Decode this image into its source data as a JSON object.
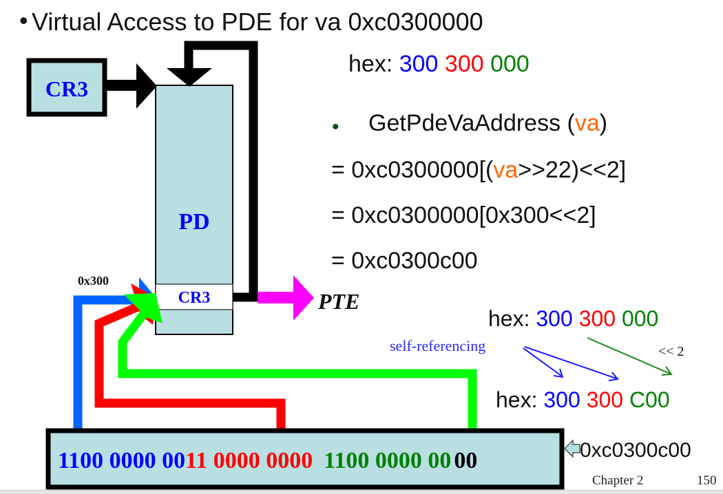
{
  "title": {
    "bullet": "•",
    "text": "Virtual Access to PDE for va 0xc0300000"
  },
  "colors": {
    "blue": "#0000ff",
    "red": "#ff0000",
    "green": "#008000",
    "orange": "#ff6600",
    "box_fill": "#b9dfe3",
    "lime": "#00ff00",
    "magenta": "#ff00ff",
    "arrow_blue": "#0066ff"
  },
  "hex_top": {
    "label": "hex:",
    "p1": "300",
    "p2": "300",
    "p3": "000"
  },
  "formula": {
    "bullet": "•",
    "func": "GetPdeVaAddress (",
    "arg": "va",
    "close": ")",
    "line1_pre": "= 0xc0300000[(",
    "line1_va": "va",
    "line1_post": ">>22)<<2]",
    "line2": "= 0xc0300000[0x300<<2]",
    "line3": "= 0xc0300c00"
  },
  "diagram": {
    "cr3_box": "CR3",
    "pd_label": "PD",
    "pd_entry": "CR3",
    "index_label": "0x300",
    "pte_label": "PTE"
  },
  "hex_mid": {
    "label": "hex:",
    "p1": "300",
    "p2": "300",
    "p3": "000"
  },
  "self_ref": "self-referencing",
  "shift_label": "<< 2",
  "hex_bottom": {
    "label": "hex:",
    "p1": "300",
    "p2": "300",
    "p3": "C00"
  },
  "binary": {
    "blue": "1100 0000 00",
    "red": "11 0000 0000",
    "green": "1100 0000 00",
    "black": "00"
  },
  "address_label": "0xc0300c00",
  "footer": {
    "chapter": "Chapter 2",
    "page": "150"
  }
}
